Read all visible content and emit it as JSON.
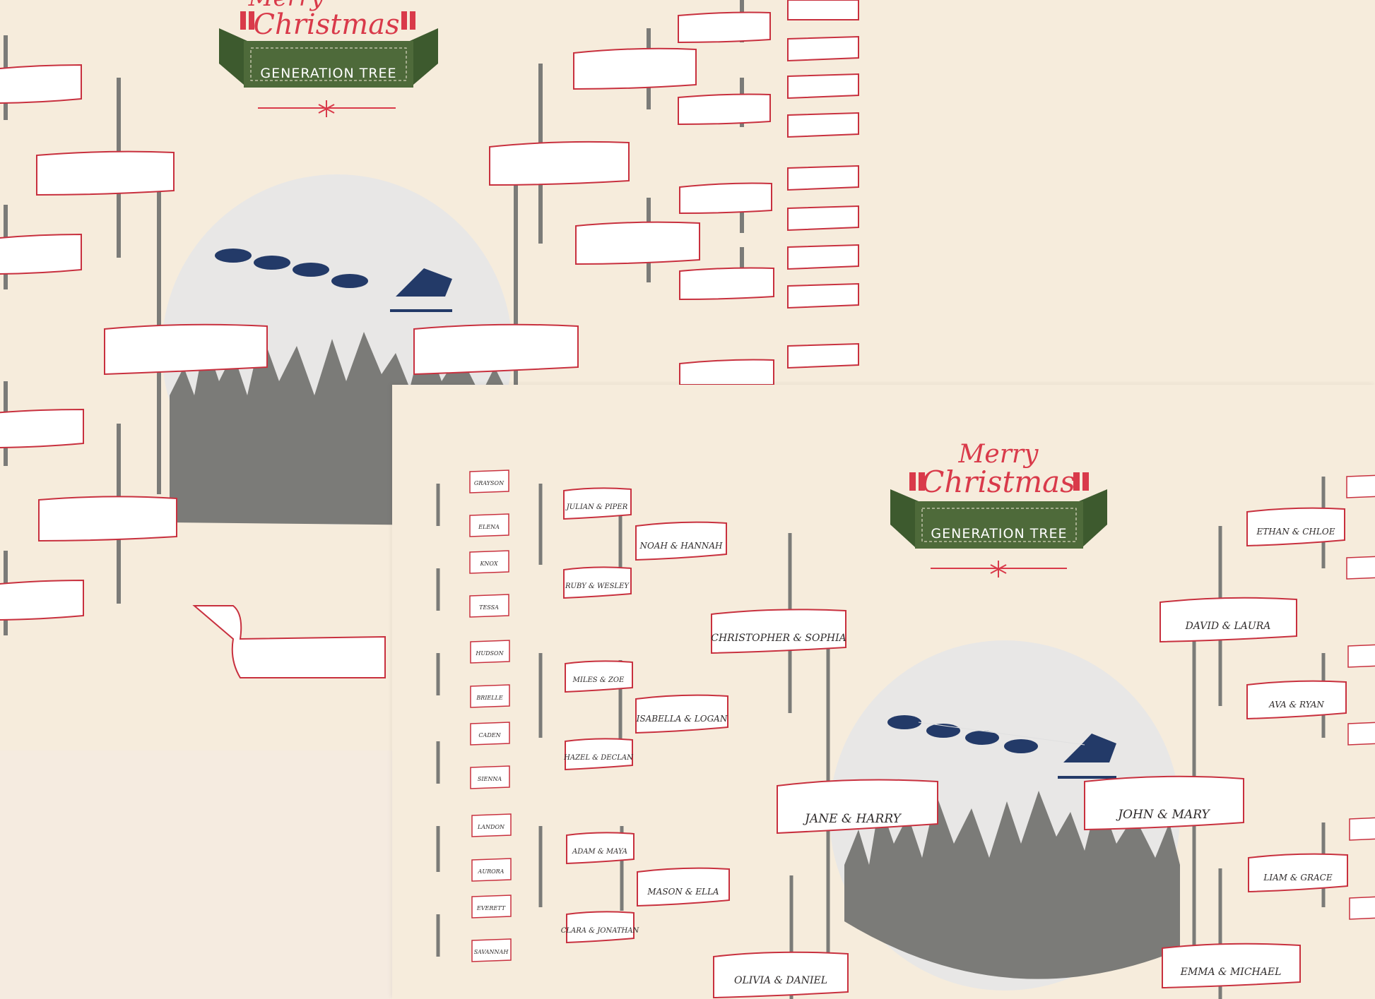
{
  "header": {
    "line1": "Merry",
    "line2": "Christmas",
    "ribbon": "GENERATION TREE"
  },
  "back_header": {
    "line1": "Merry",
    "line2": "Christmas",
    "ribbon": "GENERATION TREE"
  },
  "couples": {
    "main_left": "JANE & HARRY",
    "main_right": "JOHN & MARY",
    "gen2_left_top": "CHRISTOPHER & SOPHIA",
    "gen2_left_bottom": "OLIVIA & DANIEL",
    "gen2_right_top": "DAVID & LAURA",
    "gen2_right_bottom": "EMMA & MICHAEL",
    "gen3_left": [
      "NOAH & HANNAH",
      "ISABELLA & LOGAN",
      "MASON & ELLA"
    ],
    "gen3_right": [
      "ETHAN & CHLOE",
      "AVA & RYAN",
      "LIAM & GRACE"
    ],
    "gen4_left": [
      "JULIAN & PIPER",
      "RUBY & WESLEY",
      "MILES & ZOE",
      "HAZEL & DECLAN",
      "ADAM & MAYA",
      "CLARA & JONATHAN"
    ]
  },
  "children": [
    "GRAYSON",
    "ELENA",
    "KNOX",
    "TESSA",
    "HUDSON",
    "BRIELLE",
    "CADEN",
    "SIENNA",
    "LANDON",
    "AURORA",
    "EVERETT",
    "SAVANNAH"
  ],
  "colors": {
    "background": "#f6ecdc",
    "accent_red": "#d93a4a",
    "ribbon_green": "#4e6a3a",
    "sleigh_navy": "#233a68",
    "branch_gray": "#7b7b78",
    "moon": "#e8e7e6"
  },
  "icons": [
    "gift-icon",
    "snowflake-icon",
    "reindeer-sleigh-icon",
    "pine-forest-icon",
    "scroll-banner-icon"
  ]
}
